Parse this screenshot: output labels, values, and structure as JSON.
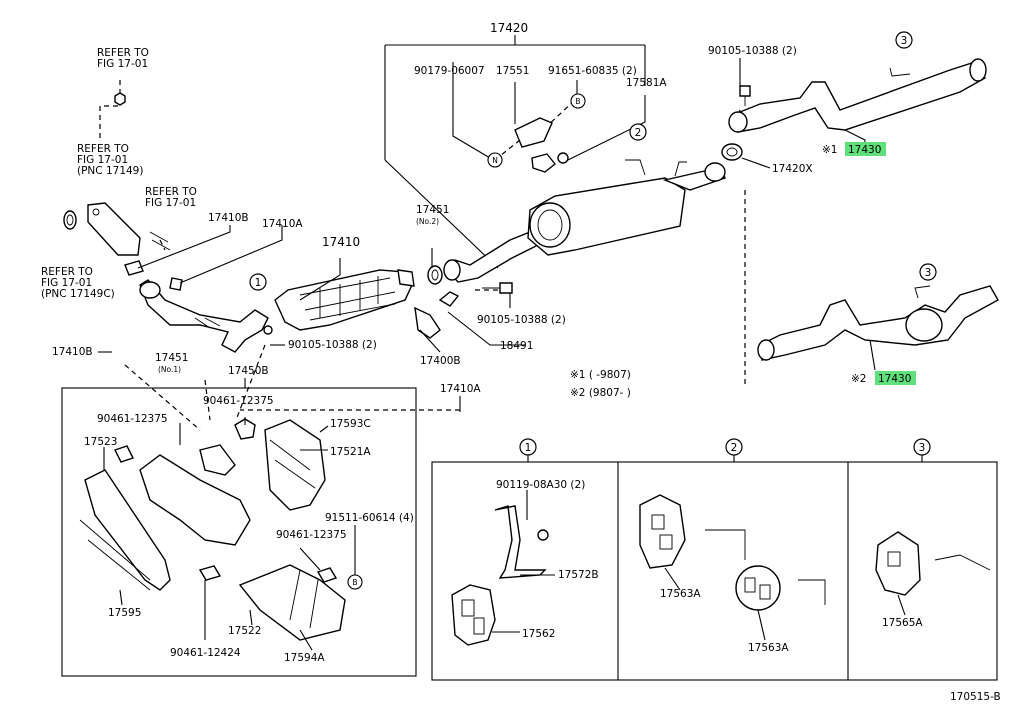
{
  "refer_1": [
    "REFER TO",
    "FIG 17-01"
  ],
  "refer_2": [
    "REFER TO",
    "FIG 17-01",
    "(PNC 17149)"
  ],
  "refer_3": [
    "REFER TO",
    "FIG 17-01"
  ],
  "refer_4": [
    "REFER TO",
    "FIG 17-01",
    "(PNC 17149C)"
  ],
  "labels": {
    "p17420": "17420",
    "p90179": "90179-06007",
    "p17551": "17551",
    "p91651": "91651-60835 (2)",
    "p17581A": "17581A",
    "p90105_top": "90105-10388 (2)",
    "p17430_1": "17430",
    "p17430_2": "17430",
    "p17420X": "17420X",
    "p17410B_a": "17410B",
    "p17410A_a": "17410A",
    "p17410": "17410",
    "p17451_no2": "17451",
    "no2": "(No.2)",
    "p90105_mid": "90105-10388 (2)",
    "p90105_lower": "90105-10388 (2)",
    "p18491": "18491",
    "p17400B": "17400B",
    "p17410B_b": "17410B",
    "p17451_no1": "17451",
    "no1": "(No.1)",
    "p17450B": "17450B",
    "p17410A_b": "17410A",
    "p90461_a": "90461-12375",
    "p90461_b": "90461-12375",
    "p17593C": "17593C",
    "p17523": "17523",
    "p17521A": "17521A",
    "p91511": "91511-60614 (4)",
    "p90461_c": "90461-12375",
    "p17595": "17595",
    "p17522": "17522",
    "p90461_d": "90461-12424",
    "p17594A": "17594A",
    "p90119": "90119-08A30 (2)",
    "p17572B": "17572B",
    "p17562": "17562",
    "p17563A_a": "17563A",
    "p17563A_b": "17563A",
    "p17565A": "17565A",
    "mark1": "※1",
    "mark2": "※2",
    "note1": "※1 (     -9807)",
    "note2": "※2 (9807-      )",
    "fig_id": "170515-B"
  },
  "callouts": {
    "c1": "1",
    "c2": "2",
    "c3": "3",
    "n": "N",
    "b": "B"
  },
  "highlight_color": "#5fe07a"
}
